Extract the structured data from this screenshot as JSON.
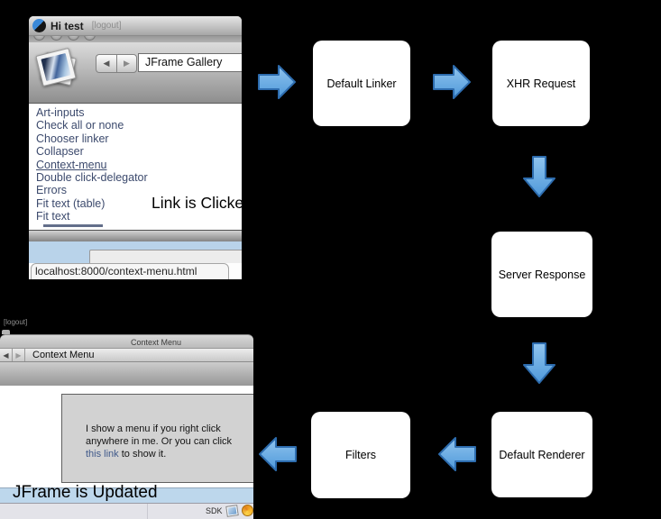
{
  "annotations": {
    "link_clicked": "Link is Clicked",
    "jframe_updated": "JFrame is Updated"
  },
  "flow": {
    "boxes": [
      {
        "label": "Default Linker"
      },
      {
        "label": "XHR Request"
      },
      {
        "label": "Server Response"
      },
      {
        "label": "Default Renderer"
      },
      {
        "label": "Filters"
      }
    ]
  },
  "window1": {
    "title": "Hi test",
    "logout_label": "[logout]",
    "back_glyph": "◀",
    "forward_glyph": "▶",
    "nav_value": "JFrame Gallery",
    "links": [
      "Art-inputs",
      "Check all or none",
      "Chooser linker",
      "Collapser",
      "Context-menu",
      "Double click-delegator",
      "Errors",
      "Fit text (table)",
      "Fit text"
    ],
    "status_url": "localhost:8000/context-menu.html"
  },
  "window2": {
    "logout_label": "[logout]",
    "header_title": "Context Menu",
    "toolbar_title": "Context Menu",
    "back_glyph": "◀",
    "forward_glyph": "▶",
    "content": {
      "line1": "I show a menu if you right click",
      "line2": "anywhere in me. Or you can click",
      "link_text": "this link",
      "line3_rest": " to show it."
    },
    "status": {
      "sdk_label": "SDK"
    }
  },
  "colors": {
    "arrow_fill_top": "#90c4ee",
    "arrow_fill_bottom": "#4f99da",
    "arrow_stroke": "#2d6cae",
    "link_color": "#3c4a6d",
    "content_link_color": "#40598a",
    "blue_bar": "#b9d3ea"
  }
}
